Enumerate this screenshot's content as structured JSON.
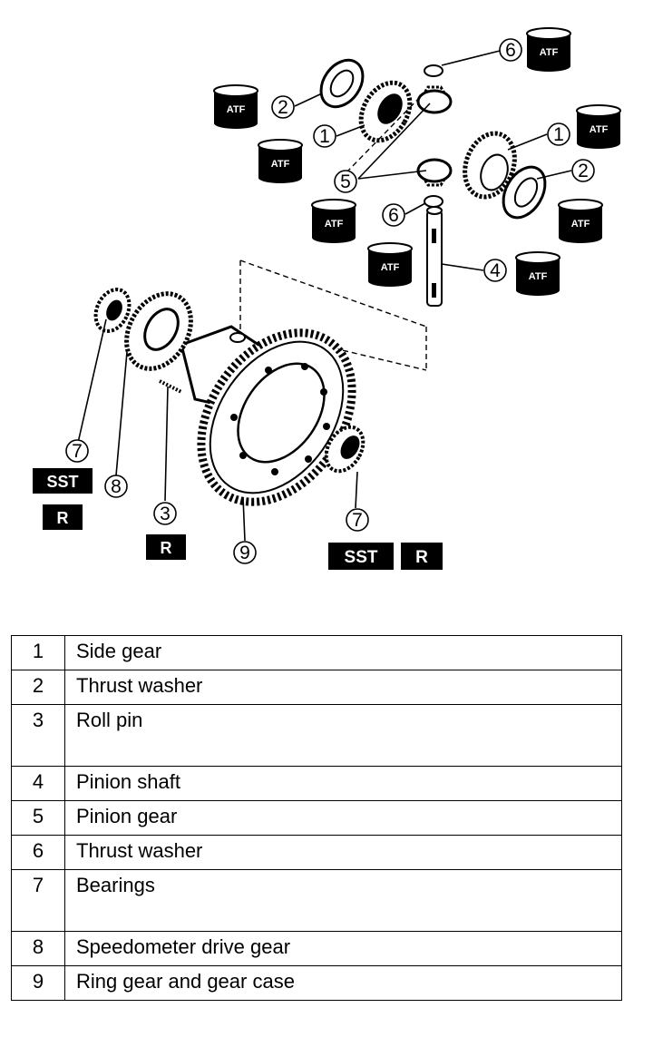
{
  "diagram": {
    "callouts": [
      "1",
      "2",
      "3",
      "4",
      "5",
      "6",
      "7",
      "8",
      "9"
    ],
    "tags": {
      "atf": "ATF",
      "sst": "SST",
      "r": "R"
    }
  },
  "legend": {
    "rows": [
      {
        "num": "1",
        "label": "Side gear"
      },
      {
        "num": "2",
        "label": "Thrust washer"
      },
      {
        "num": "3",
        "label": "Roll pin"
      },
      {
        "num": "4",
        "label": "Pinion shaft"
      },
      {
        "num": "5",
        "label": "Pinion gear"
      },
      {
        "num": "6",
        "label": "Thrust washer"
      },
      {
        "num": "7",
        "label": "Bearings"
      },
      {
        "num": "8",
        "label": "Speedometer drive gear"
      },
      {
        "num": "9",
        "label": "Ring gear and gear case"
      }
    ]
  }
}
